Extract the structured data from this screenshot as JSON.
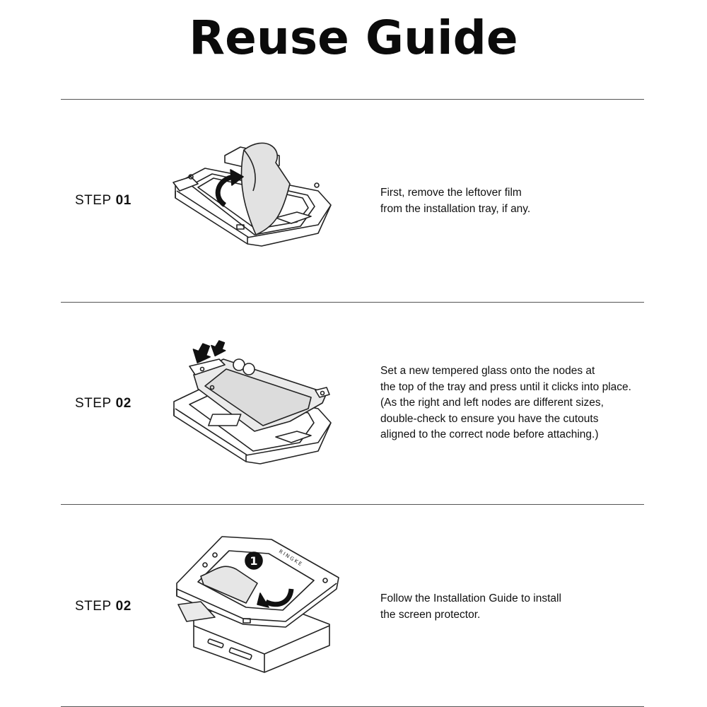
{
  "title": "Reuse Guide",
  "steps": [
    {
      "label": "STEP",
      "number": "01",
      "lines": [
        "First, remove the leftover film",
        "from the installation tray, if any."
      ]
    },
    {
      "label": "STEP",
      "number": "02",
      "lines": [
        "Set a new tempered glass onto the nodes at",
        "the top of the tray and press until it clicks into place.",
        "(As the right and left nodes are different sizes,",
        "double-check to ensure you have the cutouts",
        "aligned to the correct node before attaching.)"
      ]
    },
    {
      "label": "STEP",
      "number": "02",
      "lines": [
        "Follow the Installation Guide to install",
        "the screen protector."
      ]
    }
  ],
  "illustration3": {
    "badge": "1",
    "brand": "RINGKE"
  }
}
